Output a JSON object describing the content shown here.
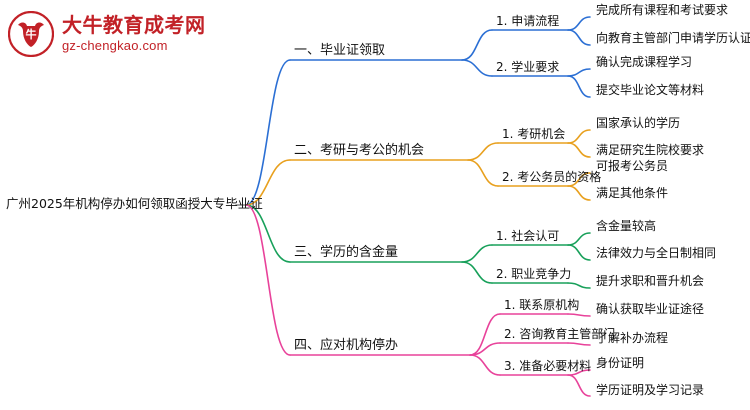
{
  "logo": {
    "title": "大牛教育成考网",
    "subtitle": "gz-chengkao.com",
    "mark_text": "大牛",
    "color": "#c22127"
  },
  "mindmap": {
    "root": "广州2025年机构停办如何领取函授大专毕业证",
    "branches": [
      {
        "label": "一、毕业证领取",
        "color": "#2b6fd4",
        "children": [
          {
            "label": "1. 申请流程",
            "leaves": [
              "完成所有课程和考试要求",
              "向教育主管部门申请学历认证"
            ]
          },
          {
            "label": "2. 学业要求",
            "leaves": [
              "确认完成课程学习",
              "提交毕业论文等材料"
            ]
          }
        ]
      },
      {
        "label": "二、考研与考公的机会",
        "color": "#e8a01e",
        "children": [
          {
            "label": "1. 考研机会",
            "leaves": [
              "国家承认的学历",
              "满足研究生院校要求"
            ]
          },
          {
            "label": "2. 考公务员的资格",
            "leaves": [
              "可报考公务员",
              "满足其他条件"
            ]
          }
        ]
      },
      {
        "label": "三、学历的含金量",
        "color": "#18a05a",
        "children": [
          {
            "label": "1. 社会认可",
            "leaves": [
              "含金量较高",
              "法律效力与全日制相同"
            ]
          },
          {
            "label": "2. 职业竞争力",
            "leaves": [
              "提升求职和晋升机会"
            ]
          }
        ]
      },
      {
        "label": "四、应对机构停办",
        "color": "#e8429a",
        "children": [
          {
            "label": "1. 联系原机构",
            "leaves": [
              "确认获取毕业证途径"
            ]
          },
          {
            "label": "2. 咨询教育主管部门",
            "leaves": [
              "了解补办流程"
            ]
          },
          {
            "label": "3. 准备必要材料",
            "leaves": [
              "身份证明",
              "学历证明及学习记录"
            ]
          }
        ]
      }
    ]
  }
}
